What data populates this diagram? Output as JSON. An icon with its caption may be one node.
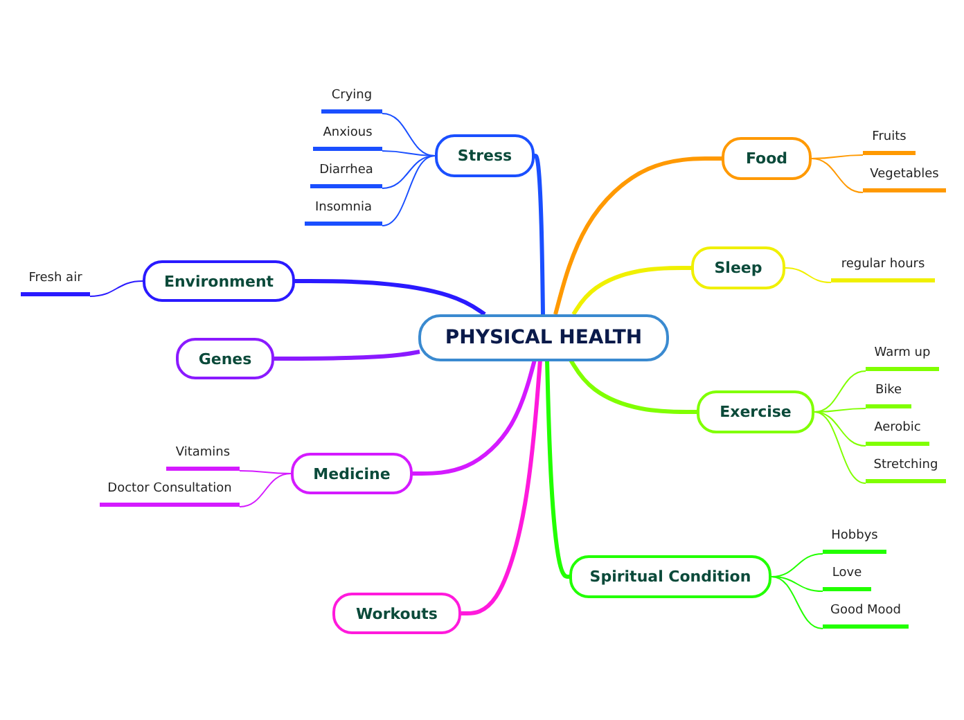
{
  "diagram": {
    "nodes": [
      {
        "text": [
          "PHYSICAL HEALTH"
        ]
      },
      {
        "text": [
          "Stress"
        ]
      },
      {
        "text": [
          "Crying"
        ]
      },
      {
        "text": [
          "Anxious"
        ]
      },
      {
        "text": [
          "Diarrhea"
        ]
      },
      {
        "text": [
          "Insomnia"
        ]
      },
      {
        "text": [
          "Environment"
        ]
      },
      {
        "text": [
          "Fresh air"
        ]
      },
      {
        "text": [
          "Genes"
        ]
      },
      {
        "text": [
          "Medicine"
        ]
      },
      {
        "text": [
          "Vitamins"
        ]
      },
      {
        "text": [
          "Doctor Consultation"
        ]
      },
      {
        "text": [
          "Workouts"
        ]
      },
      {
        "text": [
          "Food"
        ]
      },
      {
        "text": [
          "Fruits"
        ]
      },
      {
        "text": [
          "Vegetables"
        ]
      },
      {
        "text": [
          "Sleep"
        ]
      },
      {
        "text": [
          "regular hours"
        ]
      },
      {
        "text": [
          "Exercise"
        ]
      },
      {
        "text": [
          "Warm up"
        ]
      },
      {
        "text": [
          "Bike"
        ]
      },
      {
        "text": [
          "Aerobic"
        ]
      },
      {
        "text": [
          "Stretching"
        ]
      },
      {
        "text": [
          "Spiritual Condition"
        ]
      },
      {
        "text": [
          "Hobbys"
        ]
      },
      {
        "text": [
          "Love"
        ]
      },
      {
        "text": [
          "Good Mood"
        ]
      }
    ],
    "edges": [
      {
        "from": 0,
        "to": 1,
        "arrow": "none",
        "style": "thick",
        "color": "#1a4fff"
      },
      {
        "from": 1,
        "to": 2,
        "arrow": "none",
        "color": "#1a4fff"
      },
      {
        "from": 1,
        "to": 3,
        "arrow": "none",
        "color": "#1a4fff"
      },
      {
        "from": 1,
        "to": 4,
        "arrow": "none",
        "color": "#1a4fff"
      },
      {
        "from": 1,
        "to": 5,
        "arrow": "none",
        "color": "#1a4fff"
      },
      {
        "from": 0,
        "to": 6,
        "arrow": "none",
        "style": "thick",
        "color": "#2a1aff"
      },
      {
        "from": 6,
        "to": 7,
        "arrow": "none",
        "color": "#2a1aff"
      },
      {
        "from": 0,
        "to": 8,
        "arrow": "none",
        "style": "thick",
        "color": "#8a1aff"
      },
      {
        "from": 0,
        "to": 9,
        "arrow": "none",
        "style": "thick",
        "color": "#d41aff"
      },
      {
        "from": 9,
        "to": 10,
        "arrow": "none",
        "color": "#d41aff"
      },
      {
        "from": 9,
        "to": 11,
        "arrow": "none",
        "color": "#d41aff"
      },
      {
        "from": 0,
        "to": 12,
        "arrow": "none",
        "style": "thick",
        "color": "#ff1adc"
      },
      {
        "from": 0,
        "to": 13,
        "arrow": "none",
        "style": "thick",
        "color": "#ff9900"
      },
      {
        "from": 13,
        "to": 14,
        "arrow": "none",
        "color": "#ff9900"
      },
      {
        "from": 13,
        "to": 15,
        "arrow": "none",
        "color": "#ff9900"
      },
      {
        "from": 0,
        "to": 16,
        "arrow": "none",
        "style": "thick",
        "color": "#f0f000"
      },
      {
        "from": 16,
        "to": 17,
        "arrow": "none",
        "color": "#f0f000"
      },
      {
        "from": 0,
        "to": 18,
        "arrow": "none",
        "style": "thick",
        "color": "#80ff00"
      },
      {
        "from": 18,
        "to": 19,
        "arrow": "none",
        "color": "#80ff00"
      },
      {
        "from": 18,
        "to": 20,
        "arrow": "none",
        "color": "#80ff00"
      },
      {
        "from": 18,
        "to": 21,
        "arrow": "none",
        "color": "#80ff00"
      },
      {
        "from": 18,
        "to": 22,
        "arrow": "none",
        "color": "#80ff00"
      },
      {
        "from": 0,
        "to": 23,
        "arrow": "none",
        "style": "thick",
        "color": "#22ff00"
      },
      {
        "from": 23,
        "to": 24,
        "arrow": "none",
        "color": "#22ff00"
      },
      {
        "from": 23,
        "to": 25,
        "arrow": "none",
        "color": "#22ff00"
      },
      {
        "from": 23,
        "to": 26,
        "arrow": "none",
        "color": "#22ff00"
      }
    ]
  }
}
